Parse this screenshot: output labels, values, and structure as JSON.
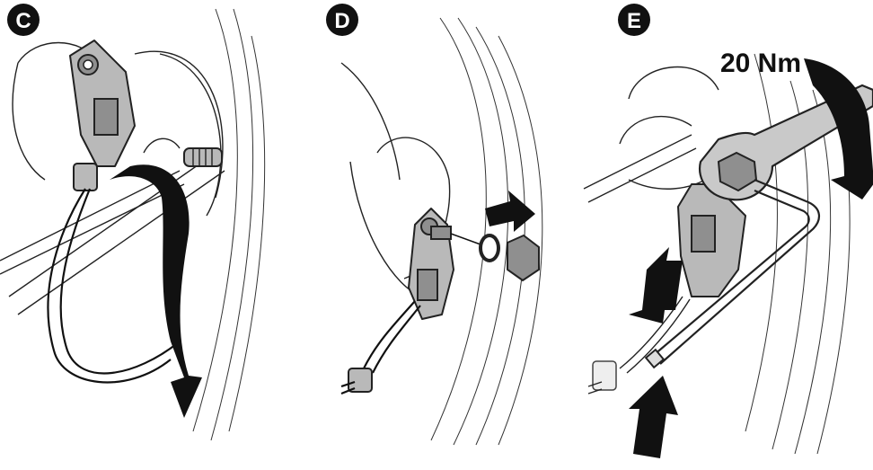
{
  "panels": [
    {
      "step": "C"
    },
    {
      "step": "D"
    },
    {
      "step": "E",
      "torque": "20 Nm"
    }
  ],
  "colors": {
    "badge": "#111111",
    "part": "#b9b9b9",
    "arrow": "#111111"
  },
  "icons": [
    "curved-arrow-icon",
    "push-arrow-icon",
    "up-down-arrow-icon",
    "rotate-arrow-icon"
  ]
}
